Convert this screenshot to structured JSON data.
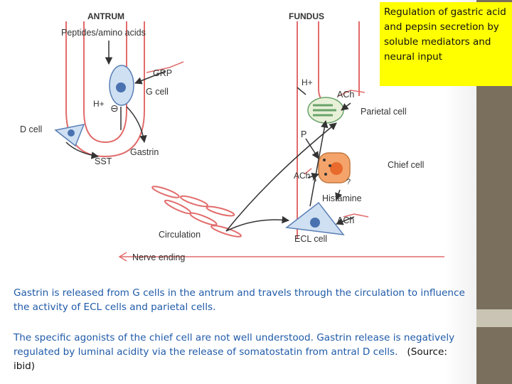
{
  "colors": {
    "accent_rail": "#7a6f5c",
    "rail_light": "#c9c4b4",
    "callout_bg": "#ffff00",
    "body_text": "#1f5aa8",
    "outline_red": "#e26b6b",
    "cell_blue": "#cfe0f3",
    "chief_orange": "#f4a46a"
  },
  "callout": {
    "text": "Regulation of gastric acid and pepsin secretion by soluble mediators and neural input"
  },
  "diagram": {
    "antrum_heading": "ANTRUM",
    "fundus_heading": "FUNDUS",
    "peptides_label": "Peptides/amino acids",
    "grp_label": "GRP",
    "g_cell_label": "G cell",
    "h_plus_antrum": "H+",
    "d_cell_label": "D cell",
    "sst_label": "SST",
    "gastrin_label": "Gastrin",
    "h_plus_fundus": "H+",
    "ach_parietal": "ACh",
    "parietal_cell_label": "Parietal cell",
    "p_label": "P",
    "ach_chief": "ACh",
    "q_mark_1": "?",
    "q_mark_2": "?",
    "chief_cell_label": "Chief cell",
    "histamine_label": "Histamine",
    "ach_ecl": "ACh",
    "ecl_cell_label": "ECL cell",
    "circulation_label": "Circulation",
    "nerve_ending_label": "Nerve ending",
    "inhibit_symbol": "⊖"
  },
  "body": {
    "paragraph1": "Gastrin is released from G cells in the antrum and travels through the circulation to influence the activity of ECL cells and parietal cells.",
    "paragraph2": "The specific agonists of the chief cell are not well understood. Gastrin release is negatively regulated by luminal acidity via the release of somatostatin from antral D cells.",
    "source": "(Source: ibid)"
  }
}
